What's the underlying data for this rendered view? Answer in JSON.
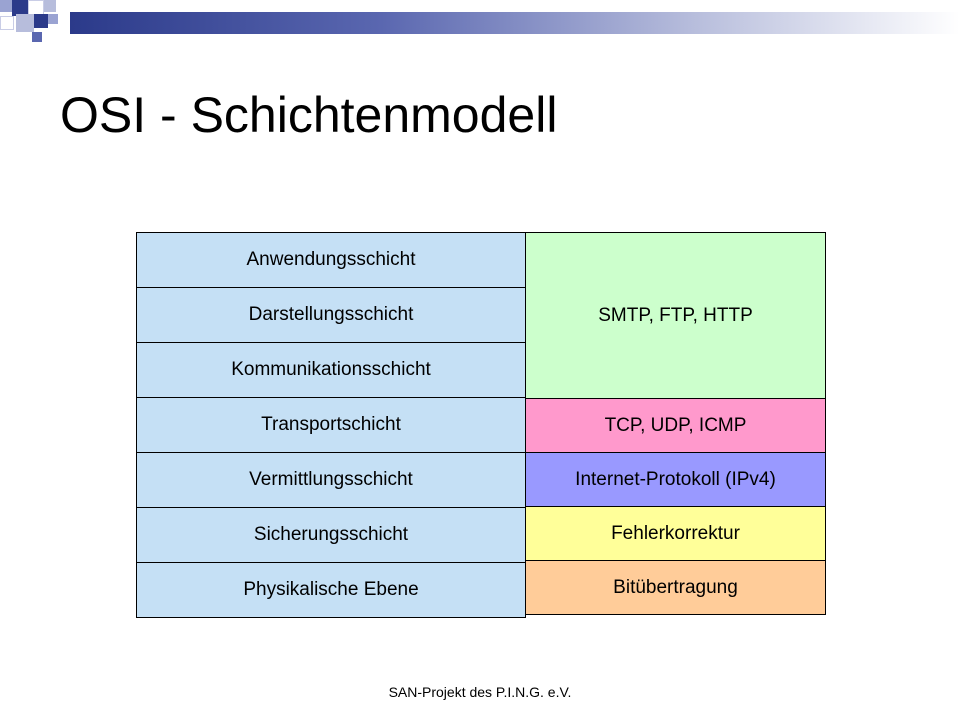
{
  "slide": {
    "title": "OSI - Schichtenmodell",
    "footer": "SAN-Projekt des P.I.N.G. e.V."
  },
  "layers": [
    {
      "label": "Anwendungsschicht",
      "color": "#c5e0f5"
    },
    {
      "label": "Darstellungsschicht",
      "color": "#c5e0f5"
    },
    {
      "label": "Kommunikationsschicht",
      "color": "#c5e0f5"
    },
    {
      "label": "Transportschicht",
      "color": "#c5e0f5"
    },
    {
      "label": "Vermittlungsschicht",
      "color": "#c5e0f5"
    },
    {
      "label": "Sicherungsschicht",
      "color": "#c5e0f5"
    },
    {
      "label": "Physikalische Ebene",
      "color": "#c5e0f5"
    }
  ],
  "protocols": [
    {
      "label": "SMTP, FTP, HTTP",
      "color": "#ccffcc",
      "span_layers": 3
    },
    {
      "label": "TCP, UDP, ICMP",
      "color": "#ff99cc",
      "span_layers": 1
    },
    {
      "label": "Internet-Protokoll (IPv4)",
      "color": "#9999ff",
      "span_layers": 1
    },
    {
      "label": "Fehlerkorrektur",
      "color": "#ffff99",
      "span_layers": 1
    },
    {
      "label": "Bitübertragung",
      "color": "#ffcc99",
      "span_layers": 1
    }
  ]
}
